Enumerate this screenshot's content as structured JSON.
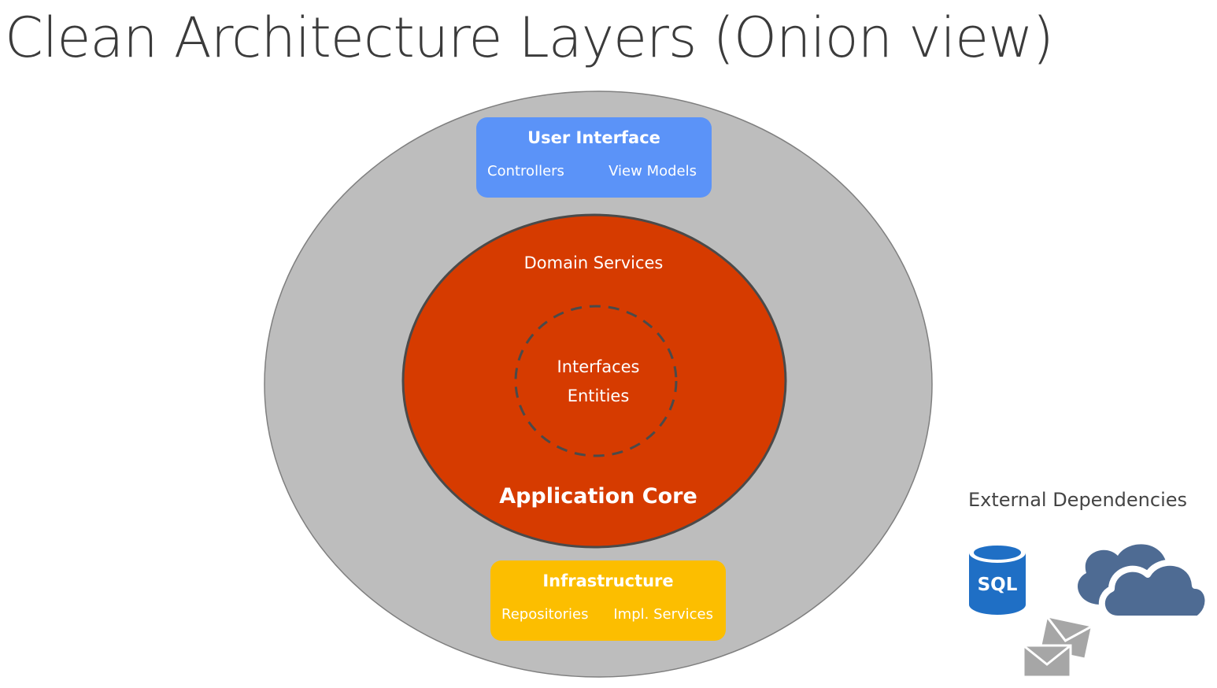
{
  "title": "Clean Architecture Layers (Onion view)",
  "user_interface": {
    "title": "User Interface",
    "items": [
      "Controllers",
      "View Models"
    ]
  },
  "core": {
    "domain_services": "Domain Services",
    "inner_items": [
      "Interfaces",
      "Entities"
    ],
    "label": "Application Core"
  },
  "infrastructure": {
    "title": "Infrastructure",
    "items": [
      "Repositories",
      "Impl. Services"
    ]
  },
  "external": {
    "label": "External Dependencies",
    "database_icon_text": "SQL",
    "icons": [
      "database-icon",
      "cloud-icon",
      "mail-icon"
    ]
  },
  "colors": {
    "outer_ring": "#bdbdbd",
    "core": "#d63b00",
    "user_interface": "#5b93f8",
    "infrastructure": "#fcbe00",
    "database": "#1f6fc5",
    "cloud": "#4e6b93",
    "mail": "#a6a6a6"
  }
}
